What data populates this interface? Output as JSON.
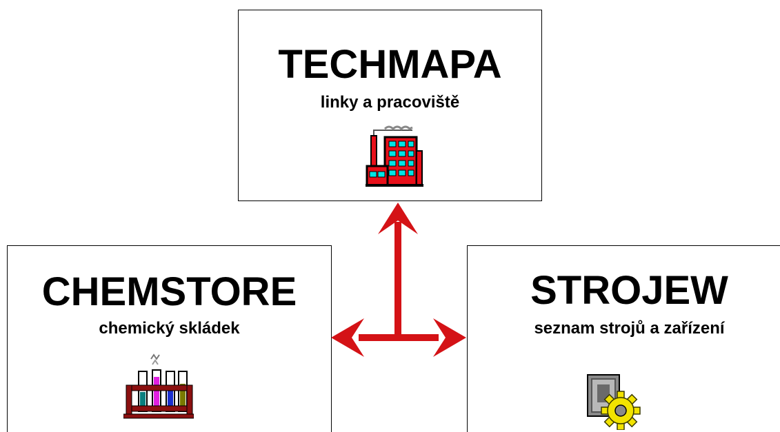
{
  "nodes": {
    "top": {
      "title": "TECHMAPA",
      "subtitle": "linky a pracoviště",
      "icon": "factory-icon"
    },
    "left": {
      "title": "CHEMSTORE",
      "subtitle": "chemický skládek",
      "icon": "test-tube-rack-icon"
    },
    "right": {
      "title": "STROJEW",
      "subtitle": "seznam strojů a zařízení",
      "icon": "machine-gear-icon"
    }
  },
  "colors": {
    "arrow": "#d41216",
    "border": "#000000",
    "factory_red": "#e8101a",
    "factory_window": "#00e5e5",
    "rack": "#8b1010",
    "gear": "#f2e300"
  }
}
